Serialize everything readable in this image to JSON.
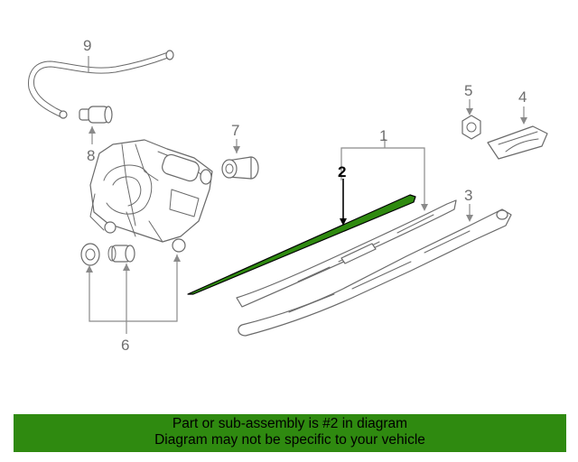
{
  "callouts": {
    "c1": "1",
    "c2": "2",
    "c3": "3",
    "c4": "4",
    "c5": "5",
    "c6": "6",
    "c7": "7",
    "c8": "8",
    "c9": "9"
  },
  "highlight": {
    "part_number": "2",
    "color": "#2f8a10"
  },
  "banner": {
    "line1": "Part or sub-assembly is #2 in diagram",
    "line2": "Diagram may not be specific to your vehicle",
    "background": "#2f8a10"
  }
}
